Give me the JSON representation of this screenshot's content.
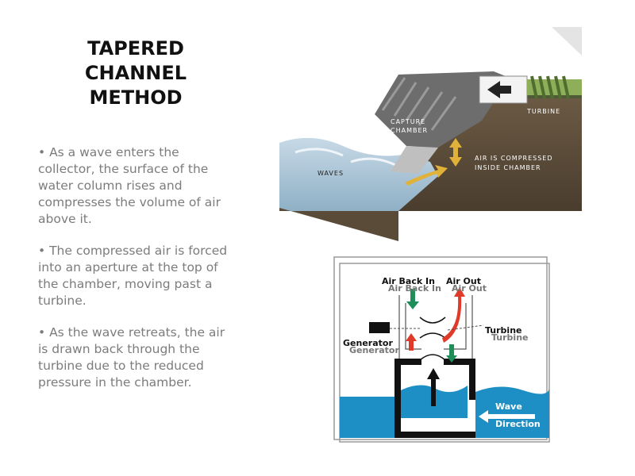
{
  "slide": {
    "title": "TAPERED\nCHANNEL\nMETHOD",
    "bullets": [
      "• As a wave enters the collector, the surface of the water column rises and compresses the volume of air above it.",
      "• The compressed air is forced into an aperture at the top of the chamber, moving past a turbine.",
      "• As the wave retreats, the air is drawn back through the turbine due to the reduced pressure in the chamber."
    ]
  },
  "top_figure": {
    "labels": {
      "capture_chamber_1": "CAPTURE",
      "capture_chamber_2": "CHAMBER",
      "turbine": "TURBINE",
      "waves": "WAVES",
      "compressed_1": "AIR IS COMPRESSED",
      "compressed_2": "INSIDE CHAMBER"
    }
  },
  "bottom_figure": {
    "labels": {
      "air_back_in": "Air Back In",
      "air_out": "Air Out",
      "turbine": "Turbine",
      "generator": "Generator",
      "wave": "Wave",
      "direction": "Direction"
    }
  },
  "colors": {
    "title": "#111111",
    "body_text": "#7c7c7c",
    "water": "#1e8fc4",
    "arrow_red": "#e03a2a",
    "arrow_green": "#1f8f5a"
  }
}
